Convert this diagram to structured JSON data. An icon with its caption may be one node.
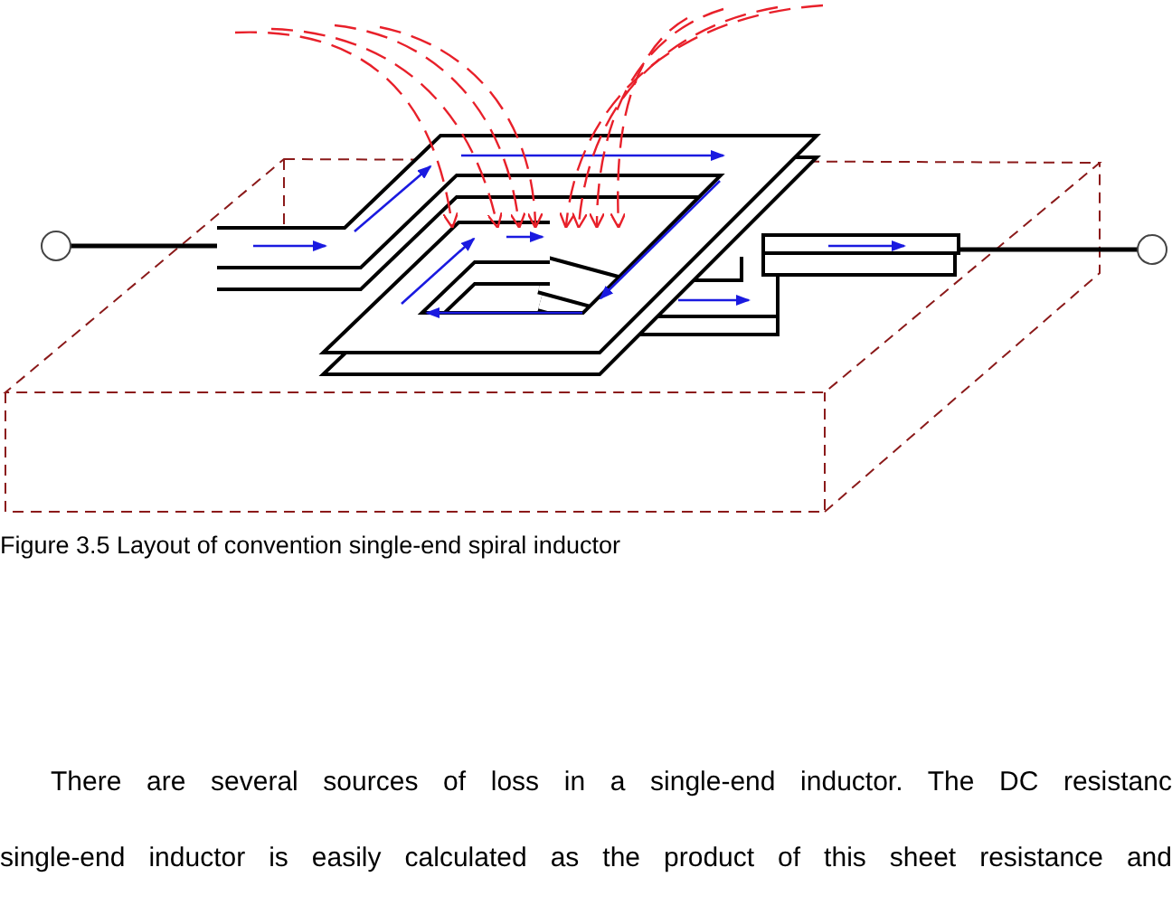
{
  "diagram": {
    "caption": "Figure 3.5 Layout of convention single-end spiral inductor",
    "labels": [
      "There are several sources of loss in a single-end inductor. The DC resistanc",
      "single-end inductor is easily calculated as the product of this sheet resistance and"
    ]
  }
}
